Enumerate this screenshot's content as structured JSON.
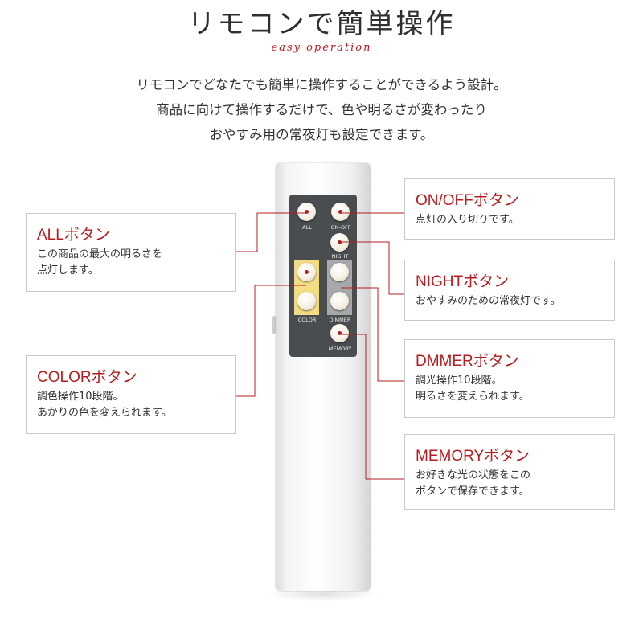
{
  "header": {
    "title": "リモコンで簡単操作",
    "subtitle": "easy operation",
    "intro": [
      "リモコンでどなたでも簡単に操作することができるよう設計。",
      "商品に向けて操作するだけで、色や明るさが変わったり",
      "おやすみ用の常夜灯も設定できます。"
    ]
  },
  "remote": {
    "labels": {
      "all": "ALL",
      "on_off": "ON-OFF",
      "night": "NIGHT",
      "color": "COLOR",
      "dimmer": "DIMMER",
      "memory": "MEMORY"
    }
  },
  "callouts": {
    "all": {
      "title": "ALLボタン",
      "desc": [
        "この商品の最大の明るさを",
        "点灯します。"
      ]
    },
    "color": {
      "title": "COLORボタン",
      "desc": [
        "調色操作10段階。",
        "あかりの色を変えられます。"
      ]
    },
    "on_off": {
      "title": "ON/OFFボタン",
      "desc": [
        "点灯の入り切りです。"
      ]
    },
    "night": {
      "title": "NIGHTボタン",
      "desc": [
        "おやすみのための常夜灯です。"
      ]
    },
    "dimmer": {
      "title": "DMMERボタン",
      "desc": [
        "調光操作10段階。",
        "明るさを変えられます。"
      ]
    },
    "memory": {
      "title": "MEMORYボタン",
      "desc": [
        "お好きな光の状態をこの",
        "ボタンで保存できます。"
      ]
    }
  },
  "colors": {
    "accent": "#b51d22",
    "panel": "#4a4d4f",
    "color_zone": "#f2dc84",
    "dimmer_zone": "#a6a8aa"
  }
}
